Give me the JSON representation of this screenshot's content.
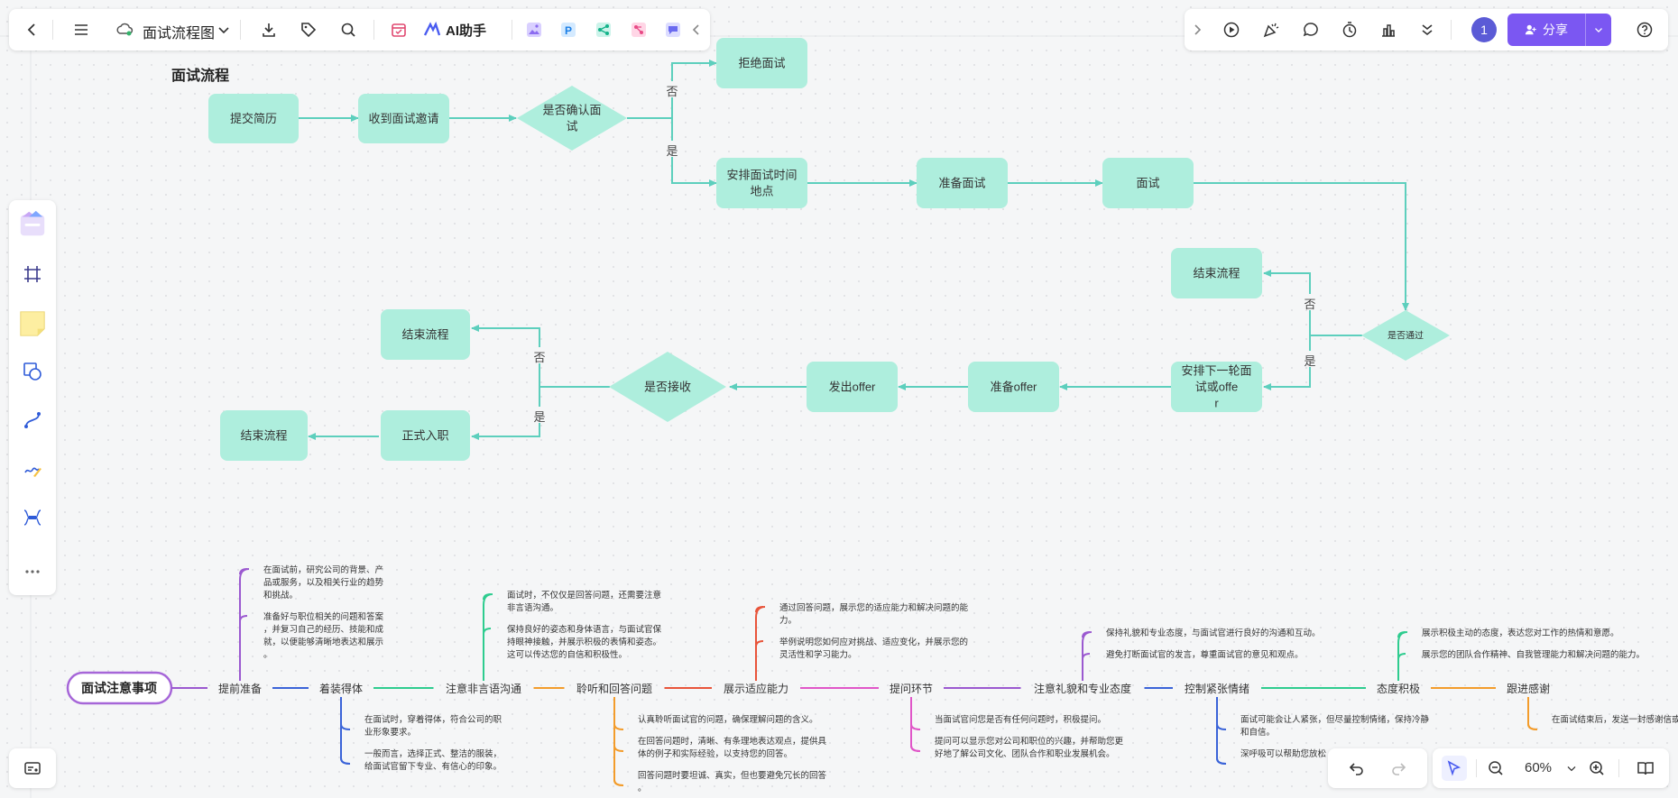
{
  "toolbar": {
    "doc_title": "面试流程图",
    "ai_label": "AI助手",
    "user_avatar": "1",
    "share_label": "分享"
  },
  "zoom": {
    "level": "60%"
  },
  "flowchart": {
    "title": "面试流程",
    "nodes": {
      "submit": "提交简历",
      "invite": "收到面试邀请",
      "confirm": "是否确认面试",
      "reject": "拒绝面试",
      "schedule": "安排面试时间地点",
      "prepare": "准备面试",
      "interview": "面试",
      "pass": "是否通过",
      "end1": "结束流程",
      "arrange": "安排下一轮面试或offer",
      "prepare_offer": "准备offer",
      "send_offer": "发出offer",
      "accept": "是否接收",
      "end2": "结束流程",
      "onboard": "正式入职",
      "end3": "结束流程"
    },
    "labels": {
      "no": "否",
      "yes": "是"
    }
  },
  "mindmap": {
    "root": "面试注意事项",
    "branches": [
      {
        "title": "提前准备",
        "color": "#9b59d0",
        "dir": "up",
        "notes": [
          "在面试前，研究公司的背景、产品或服务，以及相关行业的趋势和挑战。",
          "准备好与职位相关的问题和答案，并复习自己的经历、技能和成就，以便能够清晰地表达和展示。"
        ]
      },
      {
        "title": "着装得体",
        "color": "#3a63d8",
        "dir": "down",
        "notes": [
          "在面试时，穿着得体，符合公司的职业形象要求。",
          "一般而言，选择正式、整洁的服装，给面试官留下专业、有信心的印象。"
        ]
      },
      {
        "title": "注意非言语沟通",
        "color": "#2ecc8f",
        "dir": "up",
        "notes": [
          "面试时，不仅仅是回答问题，还需要注意非言语沟通。",
          "保持良好的姿态和身体语言，与面试官保持眼神接触，并展示积极的表情和姿态。这可以传达您的自信和积极性。"
        ]
      },
      {
        "title": "聆听和回答问题",
        "color": "#f39c2b",
        "dir": "down",
        "notes": [
          "认真聆听面试官的问题，确保理解问题的含义。",
          "在回答问题时，清晰、有条理地表达观点，提供具体的例子和实际经验，以支持您的回答。",
          "回答问题时要坦诚、真实，但也要避免冗长的回答。"
        ]
      },
      {
        "title": "展示适应能力",
        "color": "#e8543a",
        "dir": "up",
        "notes": [
          "通过回答问题，展示您的适应能力和解决问题的能力。",
          "举例说明您如何应对挑战、适应变化，并展示您的灵活性和学习能力。"
        ]
      },
      {
        "title": "提问环节",
        "color": "#e056c8",
        "dir": "down",
        "notes": [
          "当面试官问您是否有任何问题时，积极提问。",
          "提问可以显示您对公司和职位的兴趣，并帮助您更好地了解公司文化、团队合作和职业发展机会。"
        ]
      },
      {
        "title": "注意礼貌和专业态度",
        "color": "#9b59d0",
        "dir": "up",
        "notes": [
          "保持礼貌和专业态度，与面试官进行良好的沟通和互动。",
          "避免打断面试官的发言，尊重面试官的意见和观点。"
        ]
      },
      {
        "title": "控制紧张情绪",
        "color": "#3a63d8",
        "dir": "down",
        "notes": [
          "面试可能会让人紧张，但尽量控制情绪，保持冷静和自信。",
          "深呼吸可以帮助您放松"
        ]
      },
      {
        "title": "态度积极",
        "color": "#2ecc8f",
        "dir": "up",
        "notes": [
          "展示积极主动的态度，表达您对工作的热情和意愿。",
          "展示您的团队合作精神、自我管理能力和解决问题的能力。"
        ]
      },
      {
        "title": "跟进感谢",
        "color": "#f39c2b",
        "dir": "down",
        "notes": [
          "在面试结束后，发送一封感谢信或电子邮件"
        ]
      }
    ]
  },
  "colors": {
    "node_fill": "#aeeedd",
    "connector": "#5dcfbd",
    "accent": "#7b57f2"
  },
  "icons": [
    "back-icon",
    "menu-icon",
    "cloud-sync-icon",
    "chevron-down-icon",
    "download-icon",
    "tag-icon",
    "search-icon",
    "calendar-app-icon",
    "ai-logo-icon",
    "image-app-icon",
    "p-app-icon",
    "share-app-icon",
    "mindmap-app-icon",
    "chat-app-icon",
    "collapse-icon",
    "expand-icon",
    "play-icon",
    "celebrate-icon",
    "comment-icon",
    "timer-icon",
    "vote-icon",
    "more-down-icon",
    "help-icon",
    "template-icon",
    "frame-icon",
    "sticky-note-icon",
    "shape-icon",
    "connector-icon",
    "pen-icon",
    "mindmap-tool-icon",
    "more-icon",
    "map-icon",
    "undo-icon",
    "redo-icon",
    "select-icon",
    "zoom-out-icon",
    "zoom-in-icon",
    "book-icon"
  ]
}
